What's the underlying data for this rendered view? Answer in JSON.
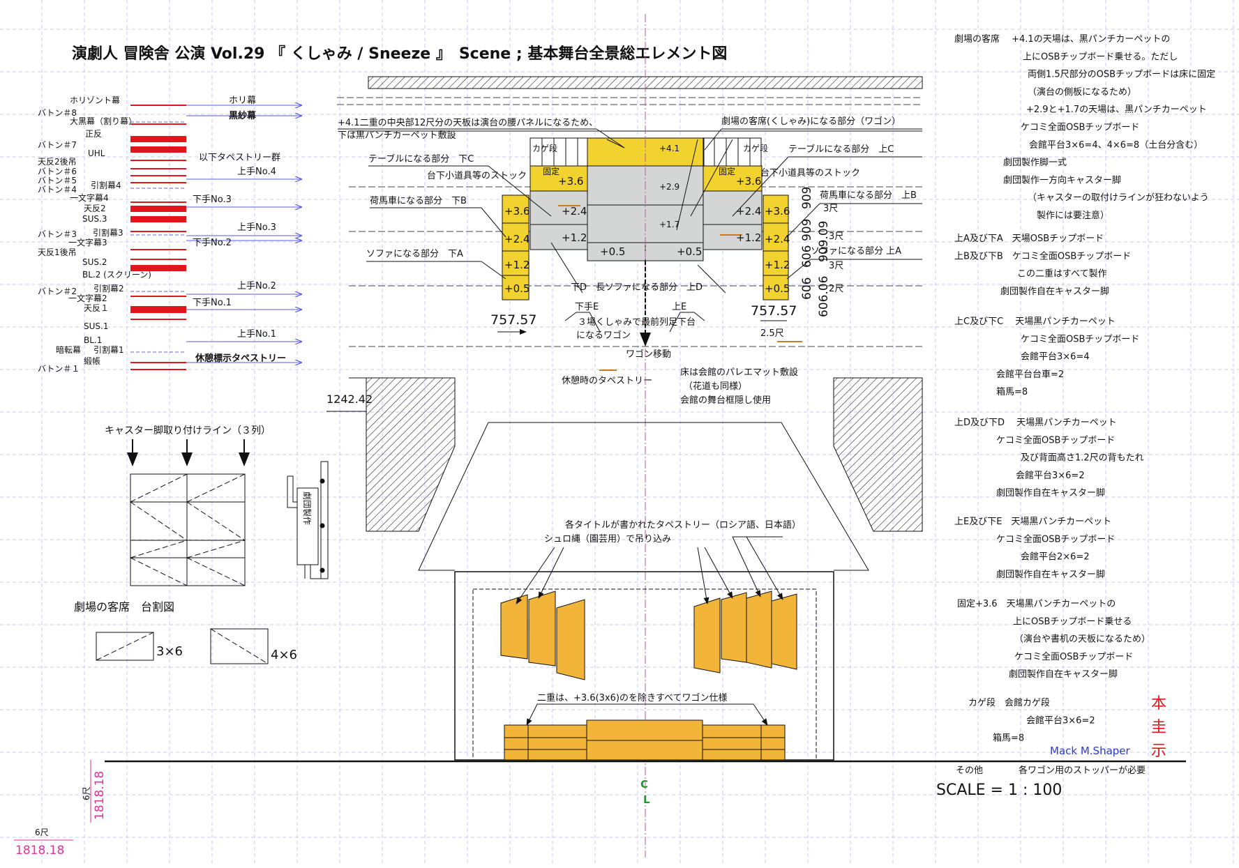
{
  "title": "演劇人 冒険舎 公演 Vol.29 『 くしゃみ / Sneeze 』　Scene ; 基本舞台全景総エレメント図",
  "fly_system": {
    "left_labels": [
      {
        "id": "horizont",
        "text": "ホリゾント幕"
      },
      {
        "id": "baton8",
        "text": "バトン＃8"
      },
      {
        "id": "ogurimaku",
        "text": "大黒幕（割り幕）"
      },
      {
        "id": "shohan",
        "text": "正反"
      },
      {
        "id": "baton7",
        "text": "バトン＃7"
      },
      {
        "id": "uhl",
        "text": "UHL"
      },
      {
        "id": "tenhan2",
        "text": "天反2後吊"
      },
      {
        "id": "baton6",
        "text": "バトン＃6"
      },
      {
        "id": "baton5",
        "text": "バトン＃5"
      },
      {
        "id": "hikiwari4",
        "text": "引割幕4"
      },
      {
        "id": "baton4",
        "text": "バトン＃4"
      },
      {
        "id": "ichimonji4",
        "text": "一文字幕4"
      },
      {
        "id": "tenhan2b",
        "text": "天反2"
      },
      {
        "id": "sus3",
        "text": "SUS.3"
      },
      {
        "id": "baton3",
        "text": "バトン＃3"
      },
      {
        "id": "hikiwari3",
        "text": "引割幕3"
      },
      {
        "id": "ichimonji3",
        "text": "一文字幕3"
      },
      {
        "id": "tenhan1",
        "text": "天反1後吊"
      },
      {
        "id": "sus2",
        "text": "SUS.2"
      },
      {
        "id": "bl2",
        "text": "BL.2 (スクリーン)"
      },
      {
        "id": "hikiwari2",
        "text": "引割幕2"
      },
      {
        "id": "baton2",
        "text": "バトン＃2"
      },
      {
        "id": "ichimonji2",
        "text": "一文字幕2"
      },
      {
        "id": "tenhan1b",
        "text": "天反１"
      },
      {
        "id": "sus1",
        "text": "SUS.1"
      },
      {
        "id": "bl1",
        "text": "BL.1"
      },
      {
        "id": "antenmaku",
        "text": "暗転幕"
      },
      {
        "id": "hikiwari1",
        "text": "引割幕1"
      },
      {
        "id": "donchou",
        "text": "緞帳"
      },
      {
        "id": "baton1",
        "text": "バトン＃１"
      }
    ],
    "right_labels": [
      {
        "id": "horimaku",
        "text": "ホリ幕"
      },
      {
        "id": "kurosha",
        "text": "黒紗幕"
      },
      {
        "id": "tapestry_group",
        "text": "以下タペストリー群"
      },
      {
        "id": "kami4",
        "text": "上手No.4"
      },
      {
        "id": "shimo3",
        "text": "下手No.3"
      },
      {
        "id": "kami3",
        "text": "上手No.3"
      },
      {
        "id": "shimo2",
        "text": "下手No.2"
      },
      {
        "id": "kami2",
        "text": "上手No.2"
      },
      {
        "id": "shimo1",
        "text": "下手No.1"
      },
      {
        "id": "kami1",
        "text": "上手No.1"
      },
      {
        "id": "kyukei",
        "text": "休憩標示タペストリー"
      }
    ]
  },
  "stage_plan": {
    "notes": {
      "center_top": "+4.1二重の中央部12尺分の天板は演台の腰パネルになるため、",
      "center_top2": "下は黒パンチカーペット敷設",
      "audience": "劇場の客席(くしゃみ)になる部分（ワゴン）",
      "table_c_left": "テーブルになる部分　下C",
      "table_c_right": "テーブルになる部分　上C",
      "stock_left": "台下小道具等のストック",
      "stock_right": "台下小道具等のストック",
      "nimasha_left": "荷馬車になる部分　下B",
      "nimasha_right": "荷馬車になる部分　上B",
      "sofa_left": "ソファになる部分　下A",
      "sofa_right": "ソファになる部分  上A",
      "long_sofa": "下D　長ソファになる部分　上D",
      "shimo_e": "下手E",
      "kami_e": "上E",
      "wagon_e": "３場くしゃみで最前列足下台",
      "wagon_e2": "になるワゴン",
      "wagon_move": "ワゴン移動",
      "kagedan_left": "カゲ段",
      "kagedan_right": "カゲ段",
      "kotei_left": "固定",
      "kotei_right": "固定",
      "tapestry_rest": "休憩時のタペストリー",
      "floor1": "床は会館のパレエマット敷設",
      "floor2": "（花道も同様）",
      "floor3": "会館の舞台框隠し使用",
      "tap_title1": "各タイトルが書かれたタペストリー（ロシア語、日本語）",
      "tap_title2": "シュロ縄（園芸用）で吊り込み",
      "nijyu": "二重は、+3.6(3x6)のを除きすべてワゴン仕様"
    },
    "levels": {
      "c41": "+4.1",
      "c29": "+2.9",
      "c17": "+1.7",
      "c05a": "+0.5",
      "c05b": "+0.5",
      "l36": "+3.6",
      "l24": "+2.4",
      "l12": "+1.2",
      "r36": "+3.6",
      "r24": "+2.4",
      "r12": "+1.2",
      "fl36": "+3.6",
      "fl24": "+2.4",
      "fl12": "+1.2",
      "fl05": "+0.5",
      "fr36": "+3.6",
      "fr24": "+2.4",
      "fr12": "+1.2",
      "fr05": "+0.5"
    },
    "dims": {
      "left_w": "757.57",
      "right_w": "757.57",
      "right_25": "2.5尺",
      "v1": "909",
      "v2": "909",
      "v3": "606.06",
      "v4": "909.09",
      "v5": "606",
      "v6": "606",
      "s3a": "3尺",
      "s3b": "3尺",
      "s3c": "3尺",
      "s2": "2尺",
      "height_1242": "1242.42",
      "grid_6a": "6尺",
      "grid_1818a": "1818.18",
      "grid_6b": "6尺",
      "grid_1818b": "1818.18"
    },
    "centerline": [
      "C",
      "L"
    ]
  },
  "caster": {
    "heading": "キャスター脚取り付けライン（３列）",
    "side_label": "劇団製作"
  },
  "seat_plan": {
    "heading": "劇場の客席　台割図",
    "a": "3×6",
    "b": "4×6"
  },
  "spec_notes": [
    {
      "id": "n1",
      "lines": [
        "劇場の客席　 +4.1の天場は、黒パンチカーペットの",
        "上にOSBチップボード乗せる。ただし",
        "両側1.5尺部分のOSBチップボードは床に固定",
        "（演台の側板になるため）",
        "+2.9と+1.7の天場は、黒パンチカーペット",
        "ケコミ全面OSBチップボード",
        "会館平台3×6=4、4×6=8（土台分含む）",
        "劇団製作脚一式",
        "劇団製作一方向キャスター脚",
        "（キャスターの取付けラインが狂わないよう",
        "製作には要注意）"
      ]
    },
    {
      "id": "n2",
      "lines": [
        "上A及び下A　天場OSBチップボード",
        "上B及び下B　ケコミ全面OSBチップボード",
        "この二重はすべて製作",
        "劇団製作自在キャスター脚"
      ]
    },
    {
      "id": "n3",
      "lines": [
        "上C及び下C　 天場黒パンチカーペット",
        "ケコミ全面OSBチップボード",
        "会館平台3×6=4",
        "会館平台台車=2",
        "箱馬=8"
      ]
    },
    {
      "id": "n4",
      "lines": [
        "上D及び下D　 天場黒パンチカーペット",
        "ケコミ全面OSBチップボード",
        "及び背面高さ1.2尺の背もたれ",
        "会館平台3×6=2",
        "劇団製作自在キャスター脚"
      ]
    },
    {
      "id": "n5",
      "lines": [
        "上E及び下E　天場黒パンチカーペット",
        "ケコミ全面OSBチップボード",
        "会館平台2×6=2",
        "劇団製作自在キャスター脚"
      ]
    },
    {
      "id": "n6",
      "lines": [
        "固定+3.6　天場黒パンチカーペットの",
        "上にOSBチップボード乗せる",
        "（演台や書机の天板になるため）",
        "ケコミ全面OSBチップボード",
        "劇団製作自在キャスター脚"
      ]
    },
    {
      "id": "n7",
      "lines": [
        "カゲ段　会館カゲ段",
        "会館平台3×6=2",
        "箱馬=8"
      ]
    }
  ],
  "misc": {
    "other_label": "その他",
    "other_text": "各ワゴン用のストッパーが必要",
    "scale": "SCALE = 1 : 100",
    "author": "Mack M.Shaper",
    "hon": "本",
    "kei": "圭",
    "ji": "示"
  },
  "colors": {
    "red": "#e0161b",
    "yellow": "#f2d22e",
    "orange": "#f2b53a",
    "gray": "#d4d6d6",
    "blue_arrow": "#5a5ae0",
    "grid": "#b9b9f0",
    "magenta": "#e0329a",
    "green": "#1a9a2a"
  }
}
